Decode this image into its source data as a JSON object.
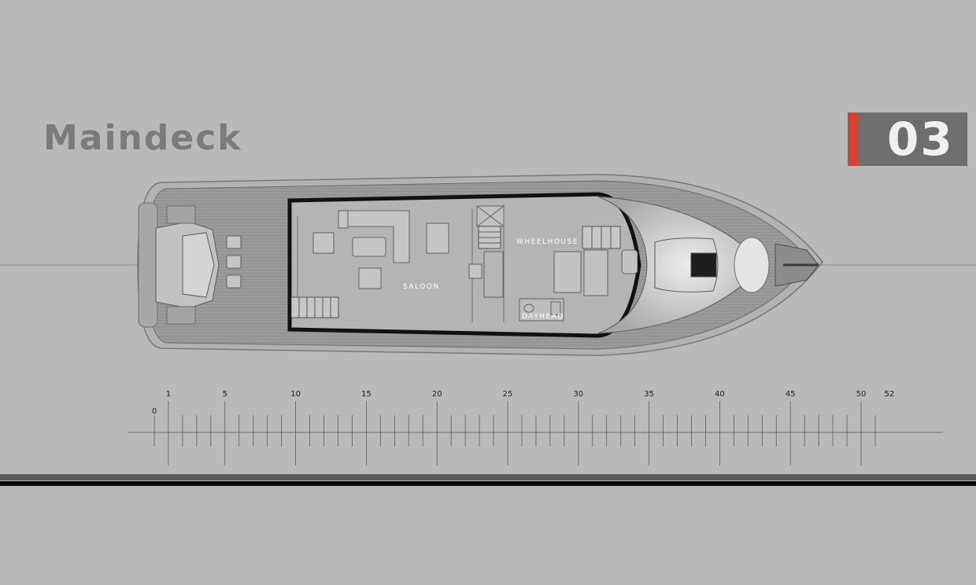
{
  "title": "Maindeck",
  "badge": {
    "number": "03",
    "accent_color": "#d8412f",
    "badge_color": "#6f6e6c"
  },
  "rooms": {
    "saloon": "SALOON",
    "wheelhouse": "WHEELHOUSE",
    "dayhead": "DAYHEAD"
  },
  "scale": {
    "labels": [
      "0",
      "1",
      "5",
      "10",
      "15",
      "20",
      "25",
      "30",
      "35",
      "40",
      "45",
      "50",
      "52"
    ]
  }
}
